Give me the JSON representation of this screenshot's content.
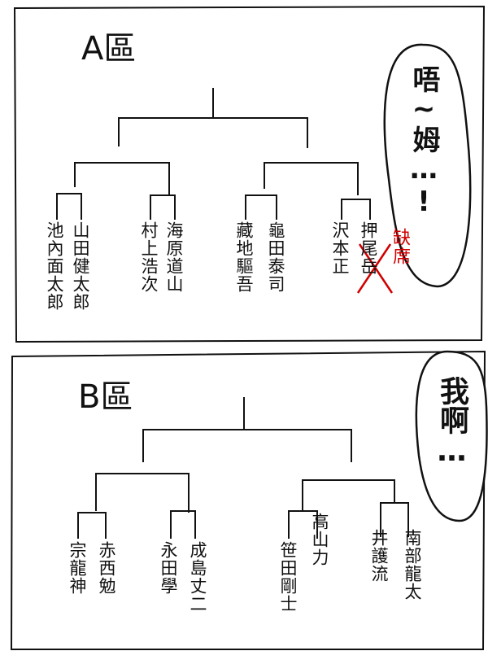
{
  "panel_a": {
    "title": "A區",
    "players": [
      "池內面太郎",
      "山田健太郎",
      "村上浩次",
      "海原道山",
      "藏地驅吾",
      "龜田泰司",
      "沢本正",
      "押尾岳"
    ],
    "absent_mark": "缺席",
    "speech": "唔~姆…!"
  },
  "panel_b": {
    "title": "B區",
    "players": [
      "宗龍神",
      "赤西勉",
      "永田學",
      "成島丈二",
      "笹田剛士",
      "高山力",
      "井護流",
      "南部龍太"
    ],
    "speech": "我啊…"
  },
  "colors": {
    "ink": "#111111",
    "correction": "#d00000"
  }
}
